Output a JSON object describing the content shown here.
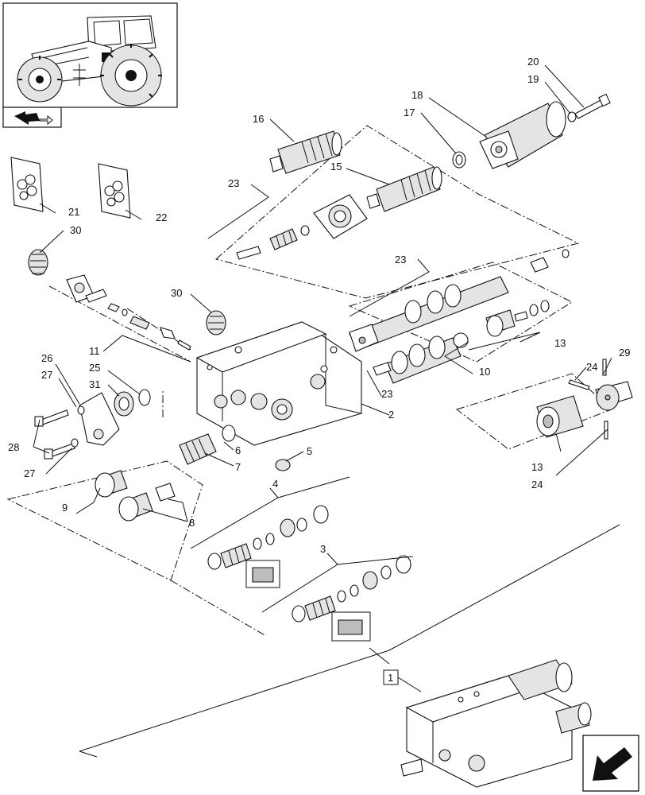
{
  "callouts": {
    "c20": "20",
    "c19": "19",
    "c18": "18",
    "c17": "17",
    "c16": "16",
    "c15": "15",
    "c23a": "23",
    "c23b": "23",
    "c23c": "23",
    "c21": "21",
    "c22": "22",
    "c30a": "30",
    "c30b": "30",
    "c11": "11",
    "c13a": "13",
    "c13b": "13",
    "c10": "10",
    "c29": "29",
    "c24a": "24",
    "c24b": "24",
    "c26": "26",
    "c27a": "27",
    "c27b": "27",
    "c25": "25",
    "c31": "31",
    "c28": "28",
    "c2": "2",
    "c6": "6",
    "c7": "7",
    "c5": "5",
    "c9": "9",
    "c8": "8",
    "c4": "4",
    "c3": "3",
    "c1": "1"
  },
  "icons": {
    "overview": "tractor-overview-thumbnail",
    "back": "back-arrow-icon",
    "next": "next-page-arrow-icon"
  }
}
